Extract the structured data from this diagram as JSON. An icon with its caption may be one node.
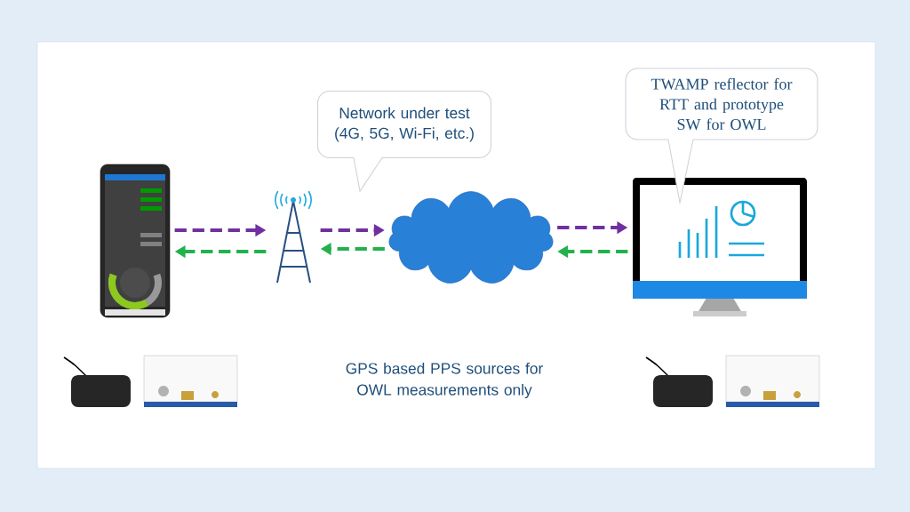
{
  "diagram": {
    "nodes": [
      {
        "text": [
          "Network under test (4G, 5G, Wi-Fi, etc.)"
        ]
      },
      {
        "text": [
          "TWAMP reflector for RTT and prototype SW for OWL"
        ]
      },
      {
        "text": [],
        "shape": "picture"
      },
      {
        "text": [],
        "shape": "picture"
      },
      {
        "text": [],
        "shape": "cloud"
      },
      {
        "text": [],
        "shape": "picture"
      }
    ],
    "edges": [
      {
        "from": 2,
        "to": 3,
        "arrow": "to",
        "style": "dashed",
        "color": "#7030a0"
      },
      {
        "from": 3,
        "to": 2,
        "arrow": "to",
        "style": "dashed",
        "color": "#22b14c"
      },
      {
        "from": 3,
        "to": 4,
        "arrow": "to",
        "style": "dashed",
        "color": "#7030a0"
      },
      {
        "from": 4,
        "to": 3,
        "arrow": "to",
        "style": "dashed",
        "color": "#22b14c"
      },
      {
        "from": 4,
        "to": 5,
        "arrow": "to",
        "style": "dashed",
        "color": "#7030a0"
      },
      {
        "from": 5,
        "to": 4,
        "arrow": "to",
        "style": "dashed",
        "color": "#22b14c"
      }
    ],
    "labels": [
      "GPS based PPS sources for OWL measurements only"
    ]
  }
}
